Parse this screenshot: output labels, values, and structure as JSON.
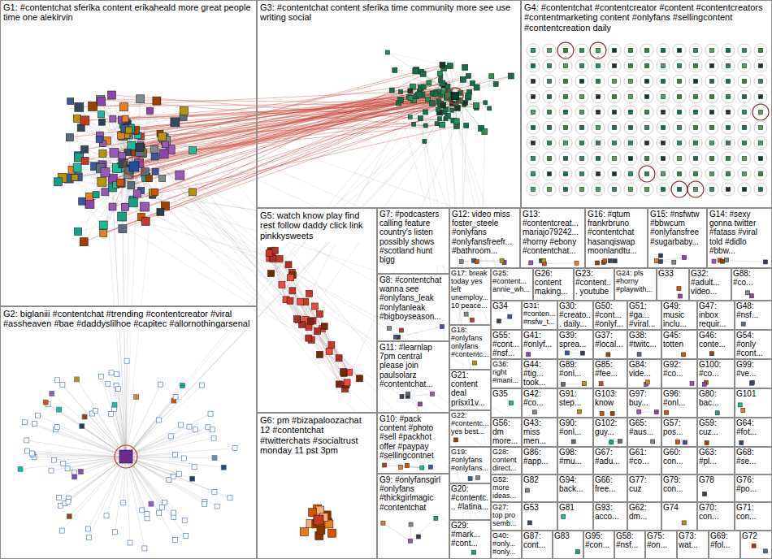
{
  "diagram": {
    "nodes": [
      {
        "text": [
          "G1: #contentchat sferika content erikaheald more great people time one alekirvin"
        ]
      },
      {
        "text": [
          "G3: #contentchat content sferika time community more see use writing social"
        ]
      },
      {
        "text": [
          "G4: #contentchat #contentcreator #content #contentcreators #contentmarketing content #onlyfans #sellingcontent #contentcreation daily"
        ]
      },
      {
        "text": [
          "G5: watch know play find rest follow daddy click link pinkkysweets"
        ]
      },
      {
        "text": [
          "G7: #podcasters calling feature country's listen possibly shows #scotland hunt bigg"
        ]
      },
      {
        "text": [
          "G12: video miss foster_steele #onlyfans #onlyfansfreefr... #bathroom..."
        ]
      },
      {
        "text": [
          "G13: #contentcreat... mariajo79242... #horny #ebony #contentchat..."
        ]
      },
      {
        "text": [
          "G16: #qtum frankrbruno #contentchat hasanqiswap moonlandtu..."
        ]
      },
      {
        "text": [
          "G15: #nsfwtw #bbwcum #onlyfansfree #sugarbaby..."
        ]
      },
      {
        "text": [
          "G14: #sexy gonna twitter #fatass #viral told #didlo #bbw..."
        ]
      },
      {
        "text": [
          "G17: break today yes left unemploy... 10 peace..."
        ]
      },
      {
        "text": [
          "G25: #content... annie_wh..."
        ]
      },
      {
        "text": [
          "G26: content making..."
        ]
      },
      {
        "text": [
          "G23: #content... youtube"
        ]
      },
      {
        "text": [
          "G24: pls #horny #playwith..."
        ]
      },
      {
        "text": [
          "G33"
        ]
      },
      {
        "text": [
          "G32: #adult... video..."
        ]
      },
      {
        "text": [
          "G88: #co..."
        ]
      },
      {
        "text": [
          "G8: #contentchat wanna see #onlyfans_leak #onlyfanleak #bigboyseason..."
        ]
      },
      {
        "text": [
          "G34"
        ]
      },
      {
        "text": [
          "G31: #conten... #nsfw_t..."
        ]
      },
      {
        "text": [
          "G30: #creato... daily..."
        ]
      },
      {
        "text": [
          "G50: #cont... #onlyf..."
        ]
      },
      {
        "text": [
          "G51: #ga... #viral..."
        ]
      },
      {
        "text": [
          "G49: music inclu..."
        ]
      },
      {
        "text": [
          "G47: inbox requir..."
        ]
      },
      {
        "text": [
          "G48: #nsf..."
        ]
      },
      {
        "text": [
          "G2: biglaniii #contentchat #trending #contentcreator #viral #assheaven #bae #daddyslilhoe #capitec #allornothingarsenal"
        ]
      },
      {
        "text": [
          "G18: #onlyfans onlyfans #contentc..."
        ]
      },
      {
        "text": [
          "G55: #cont... #nsf..."
        ]
      },
      {
        "text": [
          "G41: #onlyf..."
        ]
      },
      {
        "text": [
          "G39: sprea..."
        ]
      },
      {
        "text": [
          "G37: #local..."
        ]
      },
      {
        "text": [
          "G38: #twitc..."
        ]
      },
      {
        "text": [
          "G45: totten"
        ]
      },
      {
        "text": [
          "G46: conte..."
        ]
      },
      {
        "text": [
          "G54: #only #cont..."
        ]
      },
      {
        "text": [
          "G11: #learnlap 7pm central please join paulsolarz #contentchat..."
        ]
      },
      {
        "text": [
          "G36: right #mani..."
        ]
      },
      {
        "text": [
          "G44: #tig... took..."
        ]
      },
      {
        "text": [
          "G89: #onl..."
        ]
      },
      {
        "text": [
          "G85: #fee..."
        ]
      },
      {
        "text": [
          "G84: vide..."
        ]
      },
      {
        "text": [
          "G92: #co..."
        ]
      },
      {
        "text": [
          "G100: #co..."
        ]
      },
      {
        "text": [
          "G99: #ve..."
        ]
      },
      {
        "text": [
          "G21: content deal prisxi1v..."
        ]
      },
      {
        "text": [
          "G35"
        ]
      },
      {
        "text": [
          "G42: #co..."
        ]
      },
      {
        "text": [
          "G91: step..."
        ]
      },
      {
        "text": [
          "G103: know"
        ]
      },
      {
        "text": [
          "G97: buy..."
        ]
      },
      {
        "text": [
          "G96: #onl..."
        ]
      },
      {
        "text": [
          "G80: bac..."
        ]
      },
      {
        "text": [
          "G101"
        ]
      },
      {
        "text": [
          "G22: #contentc... yes best..."
        ]
      },
      {
        "text": [
          "G6: pm #bizapaloozachat 12 #contentchat #twitterchats #socialtrust monday 11 pst 3pm"
        ]
      },
      {
        "text": [
          "G10: #pack content #photo #sell #packhot offer #paypay #sellingcontnet"
        ]
      },
      {
        "text": [
          "G56: dm more..."
        ]
      },
      {
        "text": [
          "G43: miss men..."
        ]
      },
      {
        "text": [
          "G90: #onl..."
        ]
      },
      {
        "text": [
          "G102: guy..."
        ]
      },
      {
        "text": [
          "G65: #aus..."
        ]
      },
      {
        "text": [
          "G57: pos..."
        ]
      },
      {
        "text": [
          "G59: cuz..."
        ]
      },
      {
        "text": [
          "G64: #fot..."
        ]
      },
      {
        "text": [
          "G19: #onlyfans #onlyfans..."
        ]
      },
      {
        "text": [
          "G28: content direct..."
        ]
      },
      {
        "text": [
          "G86: #app..."
        ]
      },
      {
        "text": [
          "G98: #mu..."
        ]
      },
      {
        "text": [
          "G67: #adu..."
        ]
      },
      {
        "text": [
          "G61: #co..."
        ]
      },
      {
        "text": [
          "G60: con..."
        ]
      },
      {
        "text": [
          "G63: #pl..."
        ]
      },
      {
        "text": [
          "G68: #se..."
        ]
      },
      {
        "text": [
          "G9: #onlyfansgirl #onlyfans #thickgirlmagic #contentchat"
        ]
      },
      {
        "text": [
          "G52: more ideas..."
        ]
      },
      {
        "text": [
          "G82"
        ]
      },
      {
        "text": [
          "G94: back..."
        ]
      },
      {
        "text": [
          "G66: free..."
        ]
      },
      {
        "text": [
          "G77: cuz"
        ]
      },
      {
        "text": [
          "G79: con..."
        ]
      },
      {
        "text": [
          "G78"
        ]
      },
      {
        "text": [
          "G76: #po..."
        ]
      },
      {
        "text": [
          "G20: #contentc... #latina..."
        ]
      },
      {
        "text": [
          "G27: top pro semb..."
        ]
      },
      {
        "text": [
          "G53"
        ]
      },
      {
        "text": [
          "G81"
        ]
      },
      {
        "text": [
          "G93: acco..."
        ]
      },
      {
        "text": [
          "G62: dm..."
        ]
      },
      {
        "text": [
          "G74"
        ]
      },
      {
        "text": [
          "G70: con..."
        ]
      },
      {
        "text": [
          "G71: con..."
        ]
      },
      {
        "text": [
          "G29: #mark... #cont..."
        ]
      },
      {
        "text": [
          "G40: #only... #only..."
        ]
      },
      {
        "text": [
          "G87: cont..."
        ]
      },
      {
        "text": [
          "G83"
        ]
      },
      {
        "text": [
          "G95: #con..."
        ]
      },
      {
        "text": [
          "G58: #nsf..."
        ]
      },
      {
        "text": [
          "G75: #on..."
        ]
      },
      {
        "text": [
          "G73: wat..."
        ]
      },
      {
        "text": [
          "G69: #fol..."
        ]
      },
      {
        "text": [
          "G72"
        ]
      }
    ]
  }
}
